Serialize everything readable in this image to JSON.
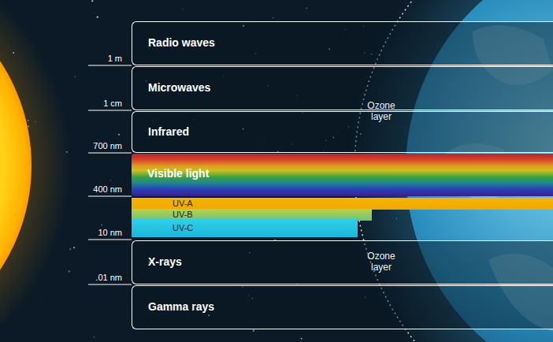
{
  "diagram": {
    "nodes": [
      {
        "text": [
          "Radio waves"
        ]
      },
      {
        "text": [
          "Microwaves"
        ]
      },
      {
        "text": [
          "Infrared"
        ]
      },
      {
        "text": [
          "Visible light"
        ]
      },
      {
        "text": [
          "UV-A"
        ]
      },
      {
        "text": [
          "UV-B"
        ]
      },
      {
        "text": [
          "UV-C"
        ]
      },
      {
        "text": [
          "X-rays"
        ]
      },
      {
        "text": [
          "Gamma rays"
        ]
      }
    ],
    "labels": [
      "1 m",
      "1 cm",
      "700 nm",
      "400 nm",
      "10 nm",
      ".01 nm",
      "Ozone layer",
      "Ozone layer"
    ]
  }
}
